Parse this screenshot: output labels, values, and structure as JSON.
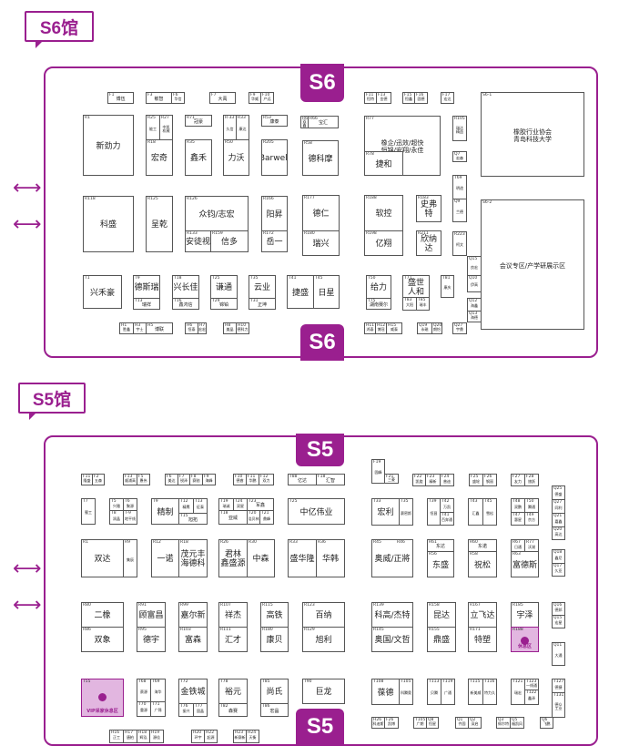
{
  "s6": {
    "label": "S6馆",
    "entrance_top": "S6",
    "entrance_bottom": "S6",
    "booths": [
      {
        "code": "F1",
        "name": "博伍"
      },
      {
        "code": "F3",
        "name": "敏智"
      },
      {
        "code": "F6",
        "name": "华信"
      },
      {
        "code": "F7",
        "name": "大禹"
      },
      {
        "code": "F9",
        "name": "华威"
      },
      {
        "code": "F10",
        "name": "产远"
      },
      {
        "code": "F11",
        "name": "恒特"
      },
      {
        "code": "F13",
        "name": "金德"
      },
      {
        "code": "F15",
        "name": "恒鑫"
      },
      {
        "code": "F16",
        "name": "固德"
      },
      {
        "code": "F17",
        "name": "宏达"
      },
      {
        "code": "R1",
        "name": "新劲力"
      },
      {
        "code": "R25",
        "name": "能工"
      },
      {
        "code": "R27",
        "name": "中凯\n机械"
      },
      {
        "code": "R18",
        "name": "宏奇"
      },
      {
        "code": "R71",
        "name": "冠豪"
      },
      {
        "code": "R35",
        "name": "鑫禾"
      },
      {
        "code": "R-33",
        "name": "久信"
      },
      {
        "code": "R33",
        "name": "康达"
      },
      {
        "code": "R50",
        "name": "力沃"
      },
      {
        "code": "R53",
        "name": "康泰"
      },
      {
        "code": "R205",
        "name": "Barwell"
      },
      {
        "code": "R68",
        "name": "双鑫"
      },
      {
        "code": "R66",
        "name": "宝汇"
      },
      {
        "code": "R58",
        "name": "德科摩"
      },
      {
        "code": "R77",
        "name": "橡企/迅效/超快\n恒锦/安翔/永佳"
      },
      {
        "code": "R78",
        "name": "捷和"
      },
      {
        "code": "R105",
        "name": "瑞达\n精益"
      },
      {
        "code": "Q7",
        "name": "宏森"
      },
      {
        "code": "S6-1",
        "name": "橡胶行业协会\n青岛科技大学"
      },
      {
        "code": "R118",
        "name": "科盛"
      },
      {
        "code": "R125",
        "name": "呈乾"
      },
      {
        "code": "R126",
        "name": "众钧/志宏"
      },
      {
        "code": "R133",
        "name": "安徒视"
      },
      {
        "code": "R159",
        "name": "信多"
      },
      {
        "code": "R166",
        "name": "阳昇"
      },
      {
        "code": "R172",
        "name": "岳一"
      },
      {
        "code": "R177",
        "name": "德仁"
      },
      {
        "code": "R180",
        "name": "瑞兴"
      },
      {
        "code": "R188",
        "name": "软控"
      },
      {
        "code": "R198",
        "name": "亿翔"
      },
      {
        "code": "R183",
        "name": "史弗特"
      },
      {
        "code": "R211",
        "name": "欣纳达"
      },
      {
        "code": "T69",
        "name": "明途"
      },
      {
        "code": "Q9",
        "name": "兰德"
      },
      {
        "code": "R223",
        "name": "柯文"
      },
      {
        "code": "S6-2",
        "name": "会议专区/产学研展示区"
      },
      {
        "code": "Q15",
        "name": "良宏"
      },
      {
        "code": "Q10",
        "name": "伊高"
      },
      {
        "code": "Q12",
        "name": "海鑫"
      },
      {
        "code": "Q13",
        "name": "海德"
      },
      {
        "code": "T1",
        "name": "兴禾豪"
      },
      {
        "code": "T9",
        "name": "德斯瑞"
      },
      {
        "code": "T13",
        "name": "瑞祥"
      },
      {
        "code": "T18",
        "name": "兴长佳"
      },
      {
        "code": "T16",
        "name": "鑫鸿信"
      },
      {
        "code": "T25",
        "name": "谦通"
      },
      {
        "code": "T29",
        "name": "锦铂"
      },
      {
        "code": "T35",
        "name": "云业"
      },
      {
        "code": "T31",
        "name": "正坤"
      },
      {
        "code": "T41",
        "name": "捷盛"
      },
      {
        "code": "T45",
        "name": "日星"
      },
      {
        "code": "T50",
        "name": "给力"
      },
      {
        "code": "T75",
        "name": "湖南赛尔"
      },
      {
        "code": "T71",
        "name": "盛世\n人和"
      },
      {
        "code": "T83",
        "name": "大阳"
      },
      {
        "code": "T85",
        "name": "瑞丰"
      },
      {
        "code": "T81",
        "name": "康庆"
      },
      {
        "code": "H1",
        "name": "胜鑫"
      },
      {
        "code": "H3",
        "name": "宇士"
      },
      {
        "code": "H5",
        "name": "博联"
      },
      {
        "code": "H6",
        "name": "恒泰"
      },
      {
        "code": "H7",
        "name": "宏宏"
      },
      {
        "code": "H8",
        "name": "美晶"
      },
      {
        "code": "H10",
        "name": "德科力"
      },
      {
        "code": "H11",
        "name": "鸿泰"
      },
      {
        "code": "H12",
        "name": "博冠"
      },
      {
        "code": "H15",
        "name": "威泰"
      },
      {
        "code": "Q19",
        "name": "永磁"
      },
      {
        "code": "Q20",
        "name": "朗怡"
      },
      {
        "code": "Q27",
        "name": "宇鼎"
      }
    ]
  },
  "s5": {
    "label": "S5馆",
    "entrance_top": "S5",
    "entrance_bottom": "S5",
    "booths": [
      {
        "code": "F11",
        "name": "隆盛"
      },
      {
        "code": "F2",
        "name": "五森"
      },
      {
        "code": "F13",
        "name": "顺浦高"
      },
      {
        "code": "F5",
        "name": "愚伟"
      },
      {
        "code": "F6",
        "name": "美达"
      },
      {
        "code": "F7",
        "name": "锐泽"
      },
      {
        "code": "F8",
        "name": "赛驰"
      },
      {
        "code": "F9",
        "name": "海峰"
      },
      {
        "code": "F10",
        "name": "德睿"
      },
      {
        "code": "F11",
        "name": "华鹏"
      },
      {
        "code": "F12",
        "name": "双力"
      },
      {
        "code": "T88",
        "name": "亿达"
      },
      {
        "code": "F18",
        "name": "汇智"
      },
      {
        "code": "F19",
        "name": "固峰"
      },
      {
        "code": "F21",
        "name": "三菱"
      },
      {
        "code": "F22",
        "name": "凯旋"
      },
      {
        "code": "F23",
        "name": "精新"
      },
      {
        "code": "F24",
        "name": "普迪"
      },
      {
        "code": "F25",
        "name": "盛轮"
      },
      {
        "code": "F26",
        "name": "钢丽"
      },
      {
        "code": "F27",
        "name": "友力"
      },
      {
        "code": "F28",
        "name": "旅跃"
      },
      {
        "code": "T7",
        "name": "蜀工"
      },
      {
        "code": "T5",
        "name": "兴雅"
      },
      {
        "code": "T6",
        "name": "聚源"
      },
      {
        "code": "T8",
        "name": "润晶"
      },
      {
        "code": "T-9",
        "name": "地平线"
      },
      {
        "code": "T9",
        "name": "精制"
      },
      {
        "code": "T12",
        "name": "精鹰"
      },
      {
        "code": "T13",
        "name": "征泰"
      },
      {
        "code": "T15",
        "name": "旭拓"
      },
      {
        "code": "T19",
        "name": "瑞诚"
      },
      {
        "code": "T24",
        "name": "双星"
      },
      {
        "code": "T23",
        "name": "军鑫"
      },
      {
        "code": "T18",
        "name": "亚威"
      },
      {
        "code": "T20",
        "name": "浩贝林"
      },
      {
        "code": "T21",
        "name": "鼎峰"
      },
      {
        "code": "T25",
        "name": "中亿伟业"
      },
      {
        "code": "T33",
        "name": "宏利"
      },
      {
        "code": "T35",
        "name": "赛密斯"
      },
      {
        "code": "T39",
        "name": "恒昌"
      },
      {
        "code": "T42",
        "name": "万凯"
      },
      {
        "code": "T41",
        "name": "百奔通"
      },
      {
        "code": "T43",
        "name": "汇鑫"
      },
      {
        "code": "T45",
        "name": "雪松"
      },
      {
        "code": "T48",
        "name": "双鹏"
      },
      {
        "code": "T50",
        "name": "腾通"
      },
      {
        "code": "T47",
        "name": "惠星"
      },
      {
        "code": "T49",
        "name": "京方"
      },
      {
        "code": "Q25",
        "name": "德盛"
      },
      {
        "code": "Q27",
        "name": "同利"
      },
      {
        "code": "Q21",
        "name": "嘉鑫"
      },
      {
        "code": "Q20",
        "name": "高达"
      },
      {
        "code": "R1",
        "name": "双达"
      },
      {
        "code": "R9",
        "name": "集辰"
      },
      {
        "code": "R12",
        "name": "一诺"
      },
      {
        "code": "R18",
        "name": "茂元丰\n海德科"
      },
      {
        "code": "R26",
        "name": "君林\n鑫盛源"
      },
      {
        "code": "R30",
        "name": "中森"
      },
      {
        "code": "R33",
        "name": "盛华隆"
      },
      {
        "code": "R36",
        "name": "华韩"
      },
      {
        "code": "R45            R46",
        "name": "奥威/正將"
      },
      {
        "code": "R61",
        "name": "东达"
      },
      {
        "code": "R56",
        "name": "东盛"
      },
      {
        "code": "R60",
        "name": "东诺"
      },
      {
        "code": "R58",
        "name": "祝松"
      },
      {
        "code": "R67",
        "name": "日通"
      },
      {
        "code": "R77",
        "name": "沃湖"
      },
      {
        "code": "R63",
        "name": "富德斯"
      },
      {
        "code": "Q18",
        "name": "鑫尼"
      },
      {
        "code": "Q17",
        "name": "久亚"
      },
      {
        "code": "R80",
        "name": "二橡"
      },
      {
        "code": "R86",
        "name": "双象"
      },
      {
        "code": "R91",
        "name": "顾富昌"
      },
      {
        "code": "R95",
        "name": "德宇"
      },
      {
        "code": "R99",
        "name": "嘉尔新"
      },
      {
        "code": "R103",
        "name": "富森"
      },
      {
        "code": "R107",
        "name": "祥杰"
      },
      {
        "code": "R111",
        "name": "汇才"
      },
      {
        "code": "R115",
        "name": "高铁"
      },
      {
        "code": "R180",
        "name": "康贝"
      },
      {
        "code": "R123",
        "name": "百纳"
      },
      {
        "code": "R129",
        "name": "旭利"
      },
      {
        "code": "R139",
        "name": "科高/杰特"
      },
      {
        "code": "R145",
        "name": "奥国/文哲"
      },
      {
        "code": "R158",
        "name": "昆达"
      },
      {
        "code": "R155",
        "name": "鼎盛"
      },
      {
        "code": "R167",
        "name": "立飞达"
      },
      {
        "code": "R171",
        "name": "特塑"
      },
      {
        "code": "R185",
        "name": "宇泽"
      },
      {
        "code": "R188",
        "name": "休息区"
      },
      {
        "code": "Q16",
        "name": "德邦"
      },
      {
        "code": "Q15",
        "name": "宏星"
      },
      {
        "code": "Q11",
        "name": "大通"
      },
      {
        "code": "T55",
        "name": "VIP采家休息区"
      },
      {
        "code": "T68",
        "name": "蔡源"
      },
      {
        "code": "T69",
        "name": "海华"
      },
      {
        "code": "T70",
        "name": "重源"
      },
      {
        "code": "T71",
        "name": "广锦"
      },
      {
        "code": "T72",
        "name": "金铁城"
      },
      {
        "code": "T76",
        "name": "振兴"
      },
      {
        "code": "T77",
        "name": "固晶"
      },
      {
        "code": "T78",
        "name": "裕元"
      },
      {
        "code": "T82",
        "name": "森赛"
      },
      {
        "code": "T85",
        "name": "尚氏"
      },
      {
        "code": "T86",
        "name": "宏晶"
      },
      {
        "code": "T90",
        "name": "巨龙"
      },
      {
        "code": "T108",
        "name": "葆德"
      },
      {
        "code": "T105",
        "name": "科腾奥"
      },
      {
        "code": "T113",
        "name": "贝腾"
      },
      {
        "code": "T119",
        "name": "广通"
      },
      {
        "code": "T115",
        "name": "新美威"
      },
      {
        "code": "T116",
        "name": "特力久"
      },
      {
        "code": "T121",
        "name": "瑞宏"
      },
      {
        "code": "T123",
        "name": "一线通"
      },
      {
        "code": "T122",
        "name": "鑫泽"
      },
      {
        "code": "T127",
        "name": "德捷"
      },
      {
        "code": "T131",
        "name": "德众\n工业"
      },
      {
        "code": "H16",
        "name": "正工"
      },
      {
        "code": "H17",
        "name": "唐柏"
      },
      {
        "code": "H18",
        "name": "辉泓"
      },
      {
        "code": "H19",
        "name": "源佳"
      },
      {
        "code": "H20",
        "name": "环宇"
      },
      {
        "code": "H22",
        "name": "起源"
      },
      {
        "code": "H23",
        "name": "新赛新"
      },
      {
        "code": "H24",
        "name": "天衡"
      },
      {
        "code": "H26",
        "name": "科迪斯"
      },
      {
        "code": "F26",
        "name": "凯博"
      },
      {
        "code": "T105",
        "name": "广朗"
      },
      {
        "code": "Q8",
        "name": "恒星"
      },
      {
        "code": "Q1",
        "name": "齐固"
      },
      {
        "code": "Q2",
        "name": "深启"
      },
      {
        "code": "Q3",
        "name": "佩尔特"
      },
      {
        "code": "Q5",
        "name": "福凯风"
      },
      {
        "code": "Q6",
        "name": "飞鹏"
      }
    ]
  },
  "colors": {
    "accent": "#9a1f8f",
    "lounge": "#e2b6e0"
  }
}
